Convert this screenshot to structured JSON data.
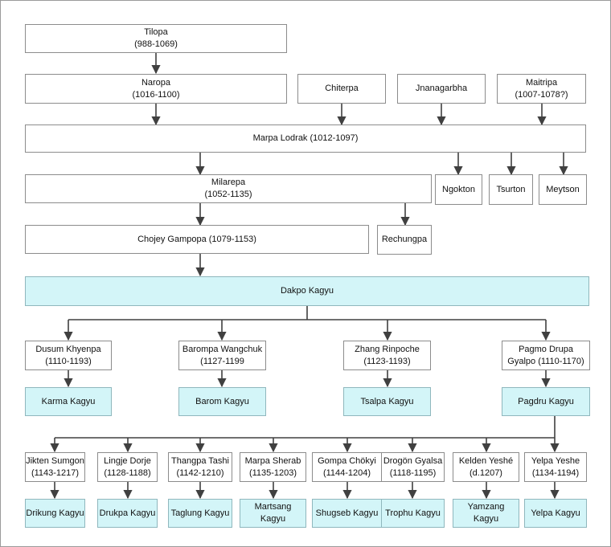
{
  "people": {
    "tilopa": {
      "name": "Tilopa",
      "dates": "(988-1069)"
    },
    "naropa": {
      "name": "Naropa",
      "dates": "(1016-1100)"
    },
    "chiterpa": {
      "name": "Chiterpa"
    },
    "jnanagarbha": {
      "name": "Jnanagarbha"
    },
    "maitripa": {
      "name": "Maitripa",
      "dates": "(1007-1078?)"
    },
    "marpa": {
      "name": "Marpa Lodrak (1012-1097)"
    },
    "milarepa": {
      "name": "Milarepa",
      "dates": "(1052-1135)"
    },
    "ngokton": {
      "name": "Ngokton"
    },
    "tsurton": {
      "name": "Tsurton"
    },
    "meytson": {
      "name": "Meytson"
    },
    "gampopa": {
      "name": "Chojey Gampopa (1079-1153)"
    },
    "rechungpa": {
      "name": "Rechungpa"
    },
    "dusum": {
      "name": "Dusum Khyenpa",
      "dates": "(1110-1193)"
    },
    "barompa": {
      "name": "Barompa Wangchuk",
      "dates": "(1127-1199"
    },
    "zhang": {
      "name": "Zhang Rinpoche",
      "dates": "(1123-1193)"
    },
    "pagmo": {
      "name": "Pagmo Drupa",
      "dates": "Gyalpo (1110-1170)"
    },
    "jikten": {
      "name": "Jikten Sumgon",
      "dates": "(1143-1217)"
    },
    "lingje": {
      "name": "Lingje Dorje",
      "dates": "(1128-1188)"
    },
    "thangpa": {
      "name": "Thangpa Tashi",
      "dates": "(1142-1210)"
    },
    "marpasherab": {
      "name": "Marpa Sherab",
      "dates": "(1135-1203)"
    },
    "gompa": {
      "name": "Gompa Chökyi",
      "dates": "(1144-1204)"
    },
    "drogon": {
      "name": "Drogön Gyalsa",
      "dates": "(1118-1195)"
    },
    "kelden": {
      "name": "Kelden Yeshé",
      "dates": "(d.1207)"
    },
    "yelpayeshe": {
      "name": "Yelpa Yeshe",
      "dates": "(1134-1194)"
    }
  },
  "schools": {
    "dakpo": "Dakpo Kagyu",
    "karma": "Karma Kagyu",
    "barom": "Barom Kagyu",
    "tsalpa": "Tsalpa Kagyu",
    "pagdru": "Pagdru Kagyu",
    "drikung": "Drikung Kagyu",
    "drukpa": "Drukpa Kagyu",
    "taglung": "Taglung Kagyu",
    "martsang": [
      "Martsang",
      "Kagyu"
    ],
    "shugseb": "Shugseb Kagyu",
    "trophu": "Trophu Kagyu",
    "yamzang": [
      "Yamzang",
      "Kagyu"
    ],
    "yelpa": "Yelpa Kagyu"
  },
  "colors": {
    "box_border": "#8c8c8c",
    "school_fill": "#d3f5f8",
    "connector": "#404040"
  }
}
